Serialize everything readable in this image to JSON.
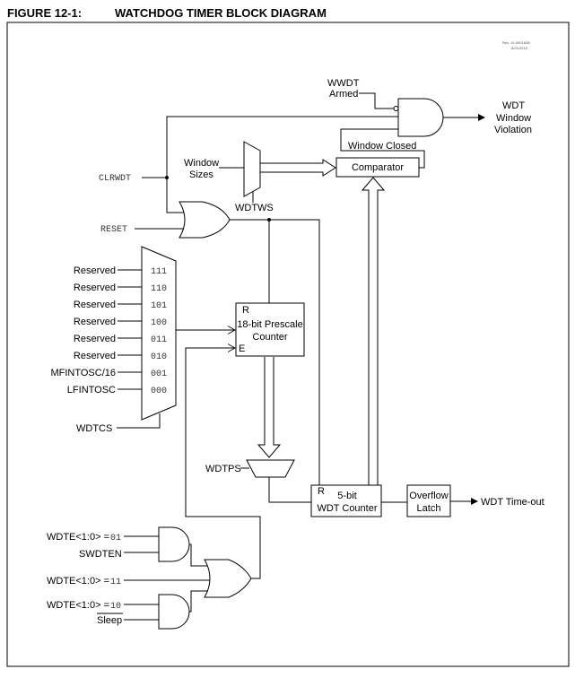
{
  "figure": {
    "number": "FIGURE 12-1:",
    "title": "WATCHDOG TIMER BLOCK DIAGRAM",
    "revision_line1": "Rev. 10-000162B",
    "revision_line2": "8/21/2015"
  },
  "signals": {
    "wwdt_armed_line1": "WWDT",
    "wwdt_armed_line2": "Armed",
    "wdt_window_violation_line1": "WDT",
    "wdt_window_violation_line2": "Window",
    "wdt_window_violation_line3": "Violation",
    "window_closed": "Window Closed",
    "clrwdt": "CLRWDT",
    "window_sizes_line1": "Window",
    "window_sizes_line2": "Sizes",
    "wdtws": "WDTWS",
    "reset": "RESET",
    "wdtcs": "WDTCS",
    "wdtps": "WDTPS",
    "wdt_timeout": "WDT Time-out",
    "wdte_01_label": "WDTE<1:0> = ",
    "wdte_01_value": "01",
    "swdten": "SWDTEN",
    "wdte_11_label": "WDTE<1:0> = ",
    "wdte_11_value": "11",
    "wdte_10_label": "WDTE<1:0> = ",
    "wdte_10_value": "10",
    "sleep": "Sleep"
  },
  "blocks": {
    "comparator": "Comparator",
    "prescale_reset": "R",
    "prescale_line1": "18-bit Prescale",
    "prescale_line2": "Counter",
    "prescale_enable": "E",
    "wdt_counter_reset": "R",
    "wdt_counter_line1": "5-bit",
    "wdt_counter_line2": "WDT Counter",
    "overflow_line1": "Overflow",
    "overflow_line2": "Latch"
  },
  "clock_mux_inputs": [
    {
      "name": "Reserved",
      "code": "111"
    },
    {
      "name": "Reserved",
      "code": "110"
    },
    {
      "name": "Reserved",
      "code": "101"
    },
    {
      "name": "Reserved",
      "code": "100"
    },
    {
      "name": "Reserved",
      "code": "011"
    },
    {
      "name": "Reserved",
      "code": "010"
    },
    {
      "name": "MFINTOSC/16",
      "code": "001"
    },
    {
      "name": "LFINTOSC",
      "code": "000"
    }
  ]
}
